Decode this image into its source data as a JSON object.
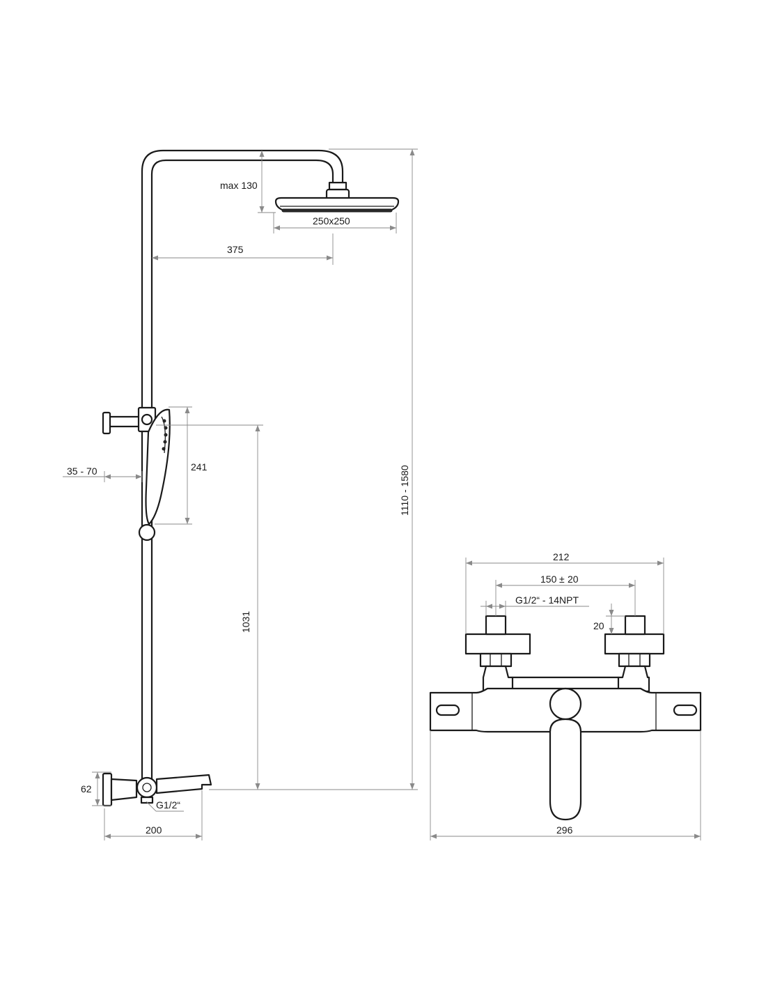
{
  "dimensions": {
    "max_head_drop": "max 130",
    "head_size": "250x250",
    "arm_reach": "375",
    "total_height": "1110 - 1580",
    "handshower_length": "241",
    "holder_offset": "35 - 70",
    "holder_height": "1031",
    "mixer_depth": "62",
    "inlet_thread": "G1/2“",
    "spout_reach": "200",
    "mixer_total_width": "212",
    "eccentric_spacing": "150",
    "spacing_tolerance": "20",
    "eccentric_thread": "G1/2“ - 14NPT",
    "eccentric_height": "20",
    "body_width": "296"
  },
  "colors": {
    "line": "#1a1a1a",
    "dimension_line": "#8a8a8a",
    "background": "#ffffff"
  }
}
